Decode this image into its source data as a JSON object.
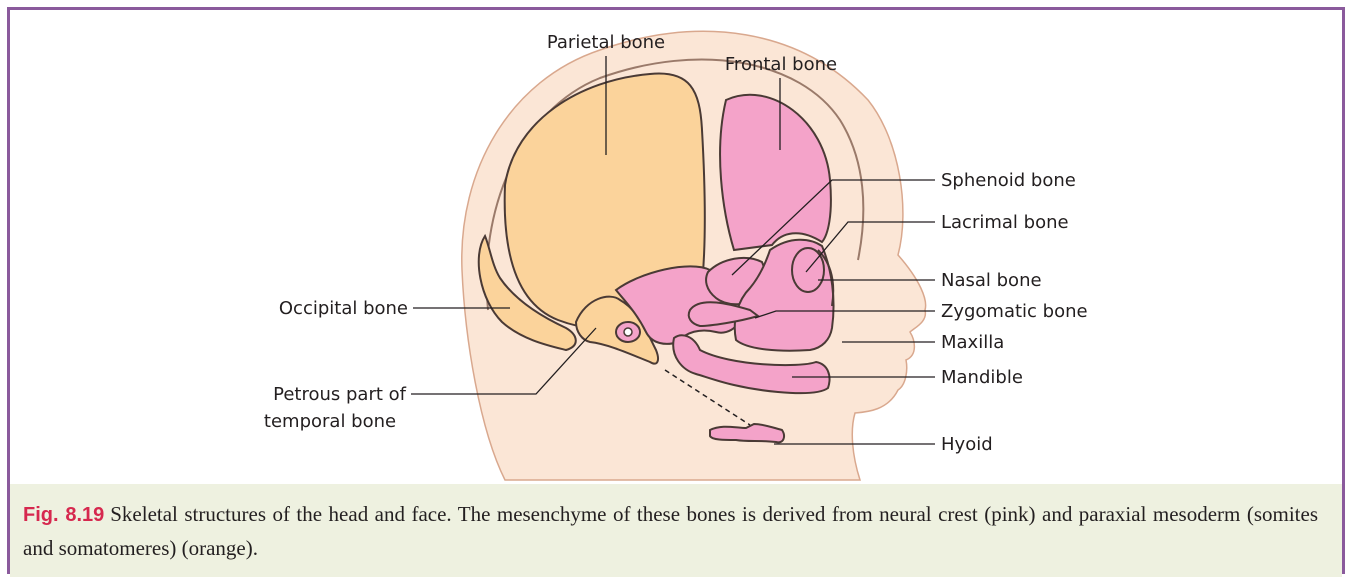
{
  "colors": {
    "frame": "#8a5a9c",
    "neural_crest_pink": "#f4a3c9",
    "paraxial_mesoderm_orange": "#fbd39b",
    "skin": "#fbe6d6",
    "caption_background": "#eef1e0",
    "figure_number": "#d6284e"
  },
  "labels": {
    "parietal": "Parietal bone",
    "frontal": "Frontal bone",
    "sphenoid": "Sphenoid bone",
    "lacrimal": "Lacrimal bone",
    "nasal": "Nasal bone",
    "zygomatic": "Zygomatic bone",
    "maxilla": "Maxilla",
    "mandible": "Mandible",
    "hyoid": "Hyoid",
    "occipital": "Occipital bone",
    "petrous_line1": "Petrous part of",
    "petrous_line2": "temporal bone"
  },
  "caption": {
    "number": "Fig. 8.19",
    "text": "Skeletal structures of the head and face. The mesenchyme of these bones is derived from neural crest (pink) and paraxial mesoderm (somites and somatomeres) (orange)."
  }
}
